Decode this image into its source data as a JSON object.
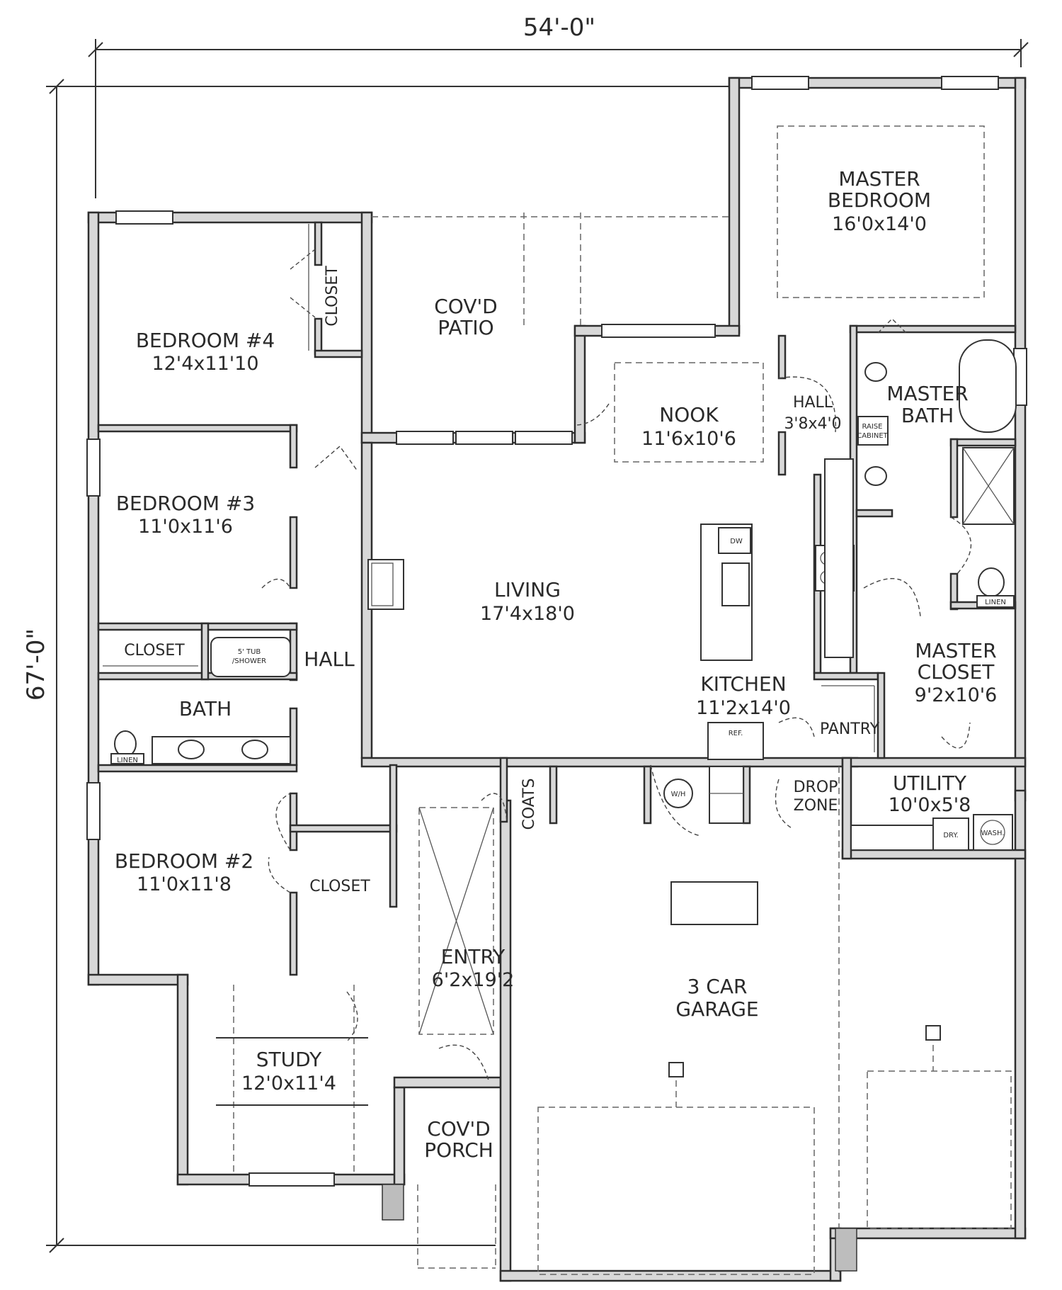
{
  "dimensions": {
    "width": "54'-0\"",
    "depth": "67'-0\""
  },
  "rooms": {
    "master_bedroom": {
      "name_line1": "MASTER",
      "name_line2": "BEDROOM",
      "size": "16'0x14'0"
    },
    "master_bath": {
      "name_line1": "MASTER",
      "name_line2": "BATH"
    },
    "master_closet": {
      "name_line1": "MASTER",
      "name_line2": "CLOSET",
      "size": "9'2x10'6"
    },
    "hall_master": {
      "name": "HALL",
      "size": "3'8x4'0"
    },
    "nook": {
      "name": "NOOK",
      "size": "11'6x10'6"
    },
    "patio": {
      "name_line1": "COV'D",
      "name_line2": "PATIO"
    },
    "bedroom4": {
      "name": "BEDROOM #4",
      "size": "12'4x11'10"
    },
    "bedroom3": {
      "name": "BEDROOM #3",
      "size": "11'0x11'6"
    },
    "bedroom2": {
      "name": "BEDROOM #2",
      "size": "11'0x11'8"
    },
    "living": {
      "name": "LIVING",
      "size": "17'4x18'0"
    },
    "kitchen": {
      "name": "KITCHEN",
      "size": "11'2x14'0"
    },
    "pantry": {
      "name": "PANTRY"
    },
    "utility": {
      "name": "UTILITY",
      "size": "10'0x5'8"
    },
    "drop_zone": {
      "name_line1": "DROP",
      "name_line2": "ZONE"
    },
    "hall": {
      "name": "HALL"
    },
    "bath": {
      "name": "BATH"
    },
    "closet_bed4": {
      "name": "CLOSET"
    },
    "closet_bed3": {
      "name": "CLOSET"
    },
    "closet_bed2": {
      "name": "CLOSET"
    },
    "coats": {
      "name": "COATS"
    },
    "entry": {
      "name": "ENTRY",
      "size": "6'2x19'2"
    },
    "study": {
      "name": "STUDY",
      "size": "12'0x11'4"
    },
    "porch": {
      "name_line1": "COV'D",
      "name_line2": "PORCH"
    },
    "garage": {
      "name_line1": "3 CAR",
      "name_line2": "GARAGE"
    }
  },
  "fixtures": {
    "raised_cabinet_line1": "RAISE",
    "raised_cabinet_line2": "CABINET",
    "dishwasher": "DW",
    "refrigerator": "REF.",
    "tub_line1": "5' TUB",
    "tub_line2": "/SHOWER",
    "linen_bath": "LINEN",
    "linen_master": "LINEN",
    "water_heater": "W/H",
    "dryer": "DRY.",
    "washer": "WASH."
  }
}
